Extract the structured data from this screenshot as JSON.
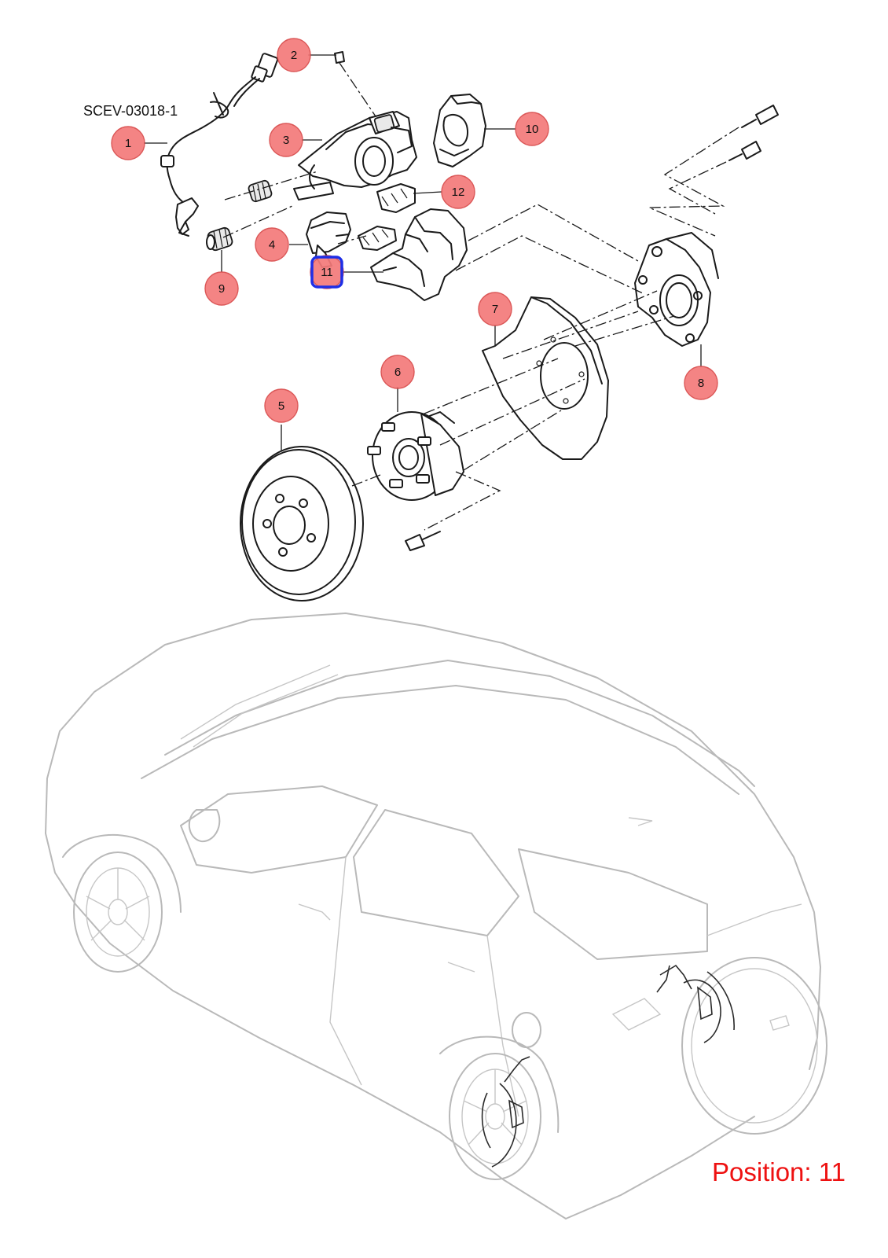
{
  "drawing_code": "SCEV-03018-1",
  "position_label": "Position: 11",
  "highlighted_callout": "11",
  "colors": {
    "callout_fill": "#f47a7a",
    "highlight": "#1e2ee6",
    "position_text": "#ee1111"
  },
  "callouts": [
    {
      "id": "1",
      "label": "1"
    },
    {
      "id": "2",
      "label": "2"
    },
    {
      "id": "3",
      "label": "3"
    },
    {
      "id": "4",
      "label": "4"
    },
    {
      "id": "5",
      "label": "5"
    },
    {
      "id": "6",
      "label": "6"
    },
    {
      "id": "7",
      "label": "7"
    },
    {
      "id": "8",
      "label": "8"
    },
    {
      "id": "9",
      "label": "9"
    },
    {
      "id": "10",
      "label": "10"
    },
    {
      "id": "11",
      "label": "11"
    },
    {
      "id": "12",
      "label": "12"
    }
  ]
}
